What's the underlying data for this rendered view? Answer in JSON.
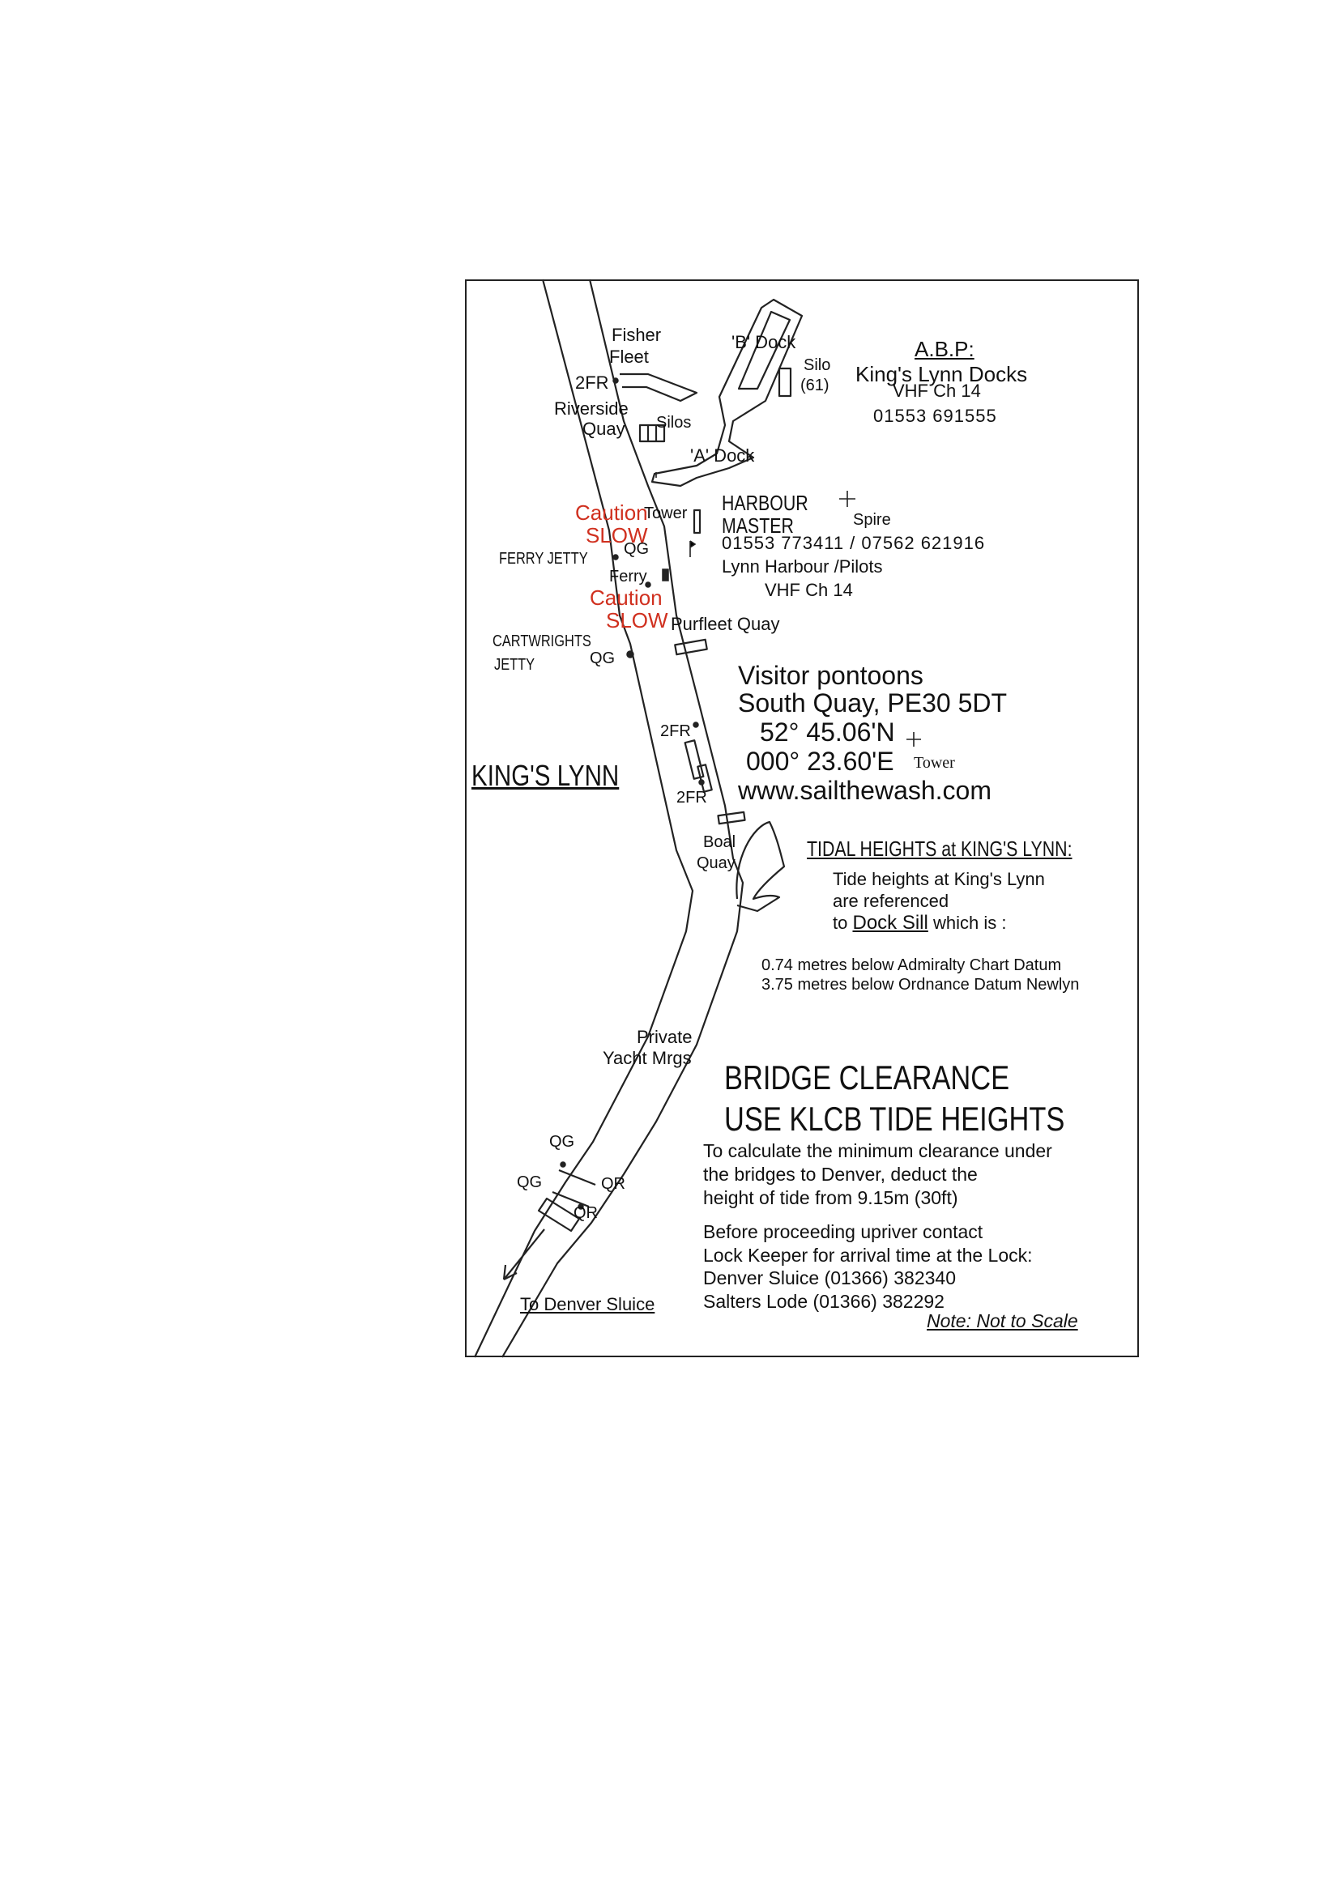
{
  "colors": {
    "line": "#222222",
    "caution": "#d0301f"
  },
  "map_labels": {
    "fisher_fleet": [
      "Fisher",
      "Fleet"
    ],
    "b_dock": "'B' Dock",
    "silo_61": [
      "Silo",
      "(61)"
    ],
    "fr_upper": "2FR",
    "riverside_quay": [
      "Riverside",
      "Quay"
    ],
    "silos": "Silos",
    "a_dock": "'A' Dock",
    "caution_1": [
      "Caution",
      "SLOW"
    ],
    "tower": "Tower",
    "ferry_jetty": "FERRY JETTY",
    "qg_ferry": "QG",
    "ferry": "Ferry",
    "caution_2": [
      "Caution",
      "SLOW"
    ],
    "purfleet_quay": "Purfleet Quay",
    "cartwrights_jetty": [
      "CARTWRIGHTS",
      "JETTY"
    ],
    "qg_cartwrights": "QG",
    "fr_mid": "2FR",
    "fr_lower": "2FR",
    "kings_lynn": "KING'S LYNN",
    "boal_quay": [
      "Boal",
      "Quay"
    ],
    "private_yacht": [
      "Private",
      "Yacht Mrgs"
    ],
    "qg_bridge_1": "QG",
    "qg_bridge_2": "QG",
    "qr_bridge_1": "QR",
    "qr_bridge_2": "QR",
    "to_denver": "To Denver Sluice"
  },
  "abp": {
    "title": "A.B.P:",
    "name": "King's Lynn Docks",
    "vhf": "VHF Ch 14",
    "phone": "01553 691555"
  },
  "harbour_master": {
    "line1": "HARBOUR",
    "line2": "MASTER",
    "spire": "Spire",
    "phone": "01553 773411 / 07562 621916",
    "pilots": "Lynn Harbour /Pilots",
    "vhf": "VHF Ch 14"
  },
  "visitor": {
    "title": "Visitor pontoons",
    "address": "South Quay, PE30  5DT",
    "lat": "52° 45.06'N",
    "lon": "000° 23.60'E",
    "tower": "Tower",
    "web": "www.sailthewash.com"
  },
  "tidal": {
    "title": "TIDAL HEIGHTS at KING'S LYNN:",
    "line1": "Tide heights at King's Lynn",
    "line2": "are referenced",
    "line3_prefix": "to",
    "dock_sill": "Dock Sill",
    "line3_suffix": "which is :",
    "datum1": "0.74 metres below Admiralty Chart Datum",
    "datum2": "3.75 metres below Ordnance Datum Newlyn"
  },
  "bridge": {
    "title1": "BRIDGE CLEARANCE",
    "title2": "USE KLCB TIDE HEIGHTS",
    "calc1": "To calculate the minimum clearance under",
    "calc2": "the bridges to Denver, deduct the",
    "calc3": "height of tide from 9.15m (30ft)",
    "before1": "Before proceeding upriver contact",
    "before2": "Lock Keeper for arrival time at the Lock:",
    "denver": "Denver Sluice (01366) 382340",
    "salters": "Salters Lode (01366)  382292",
    "note": "Note: Not to Scale"
  }
}
